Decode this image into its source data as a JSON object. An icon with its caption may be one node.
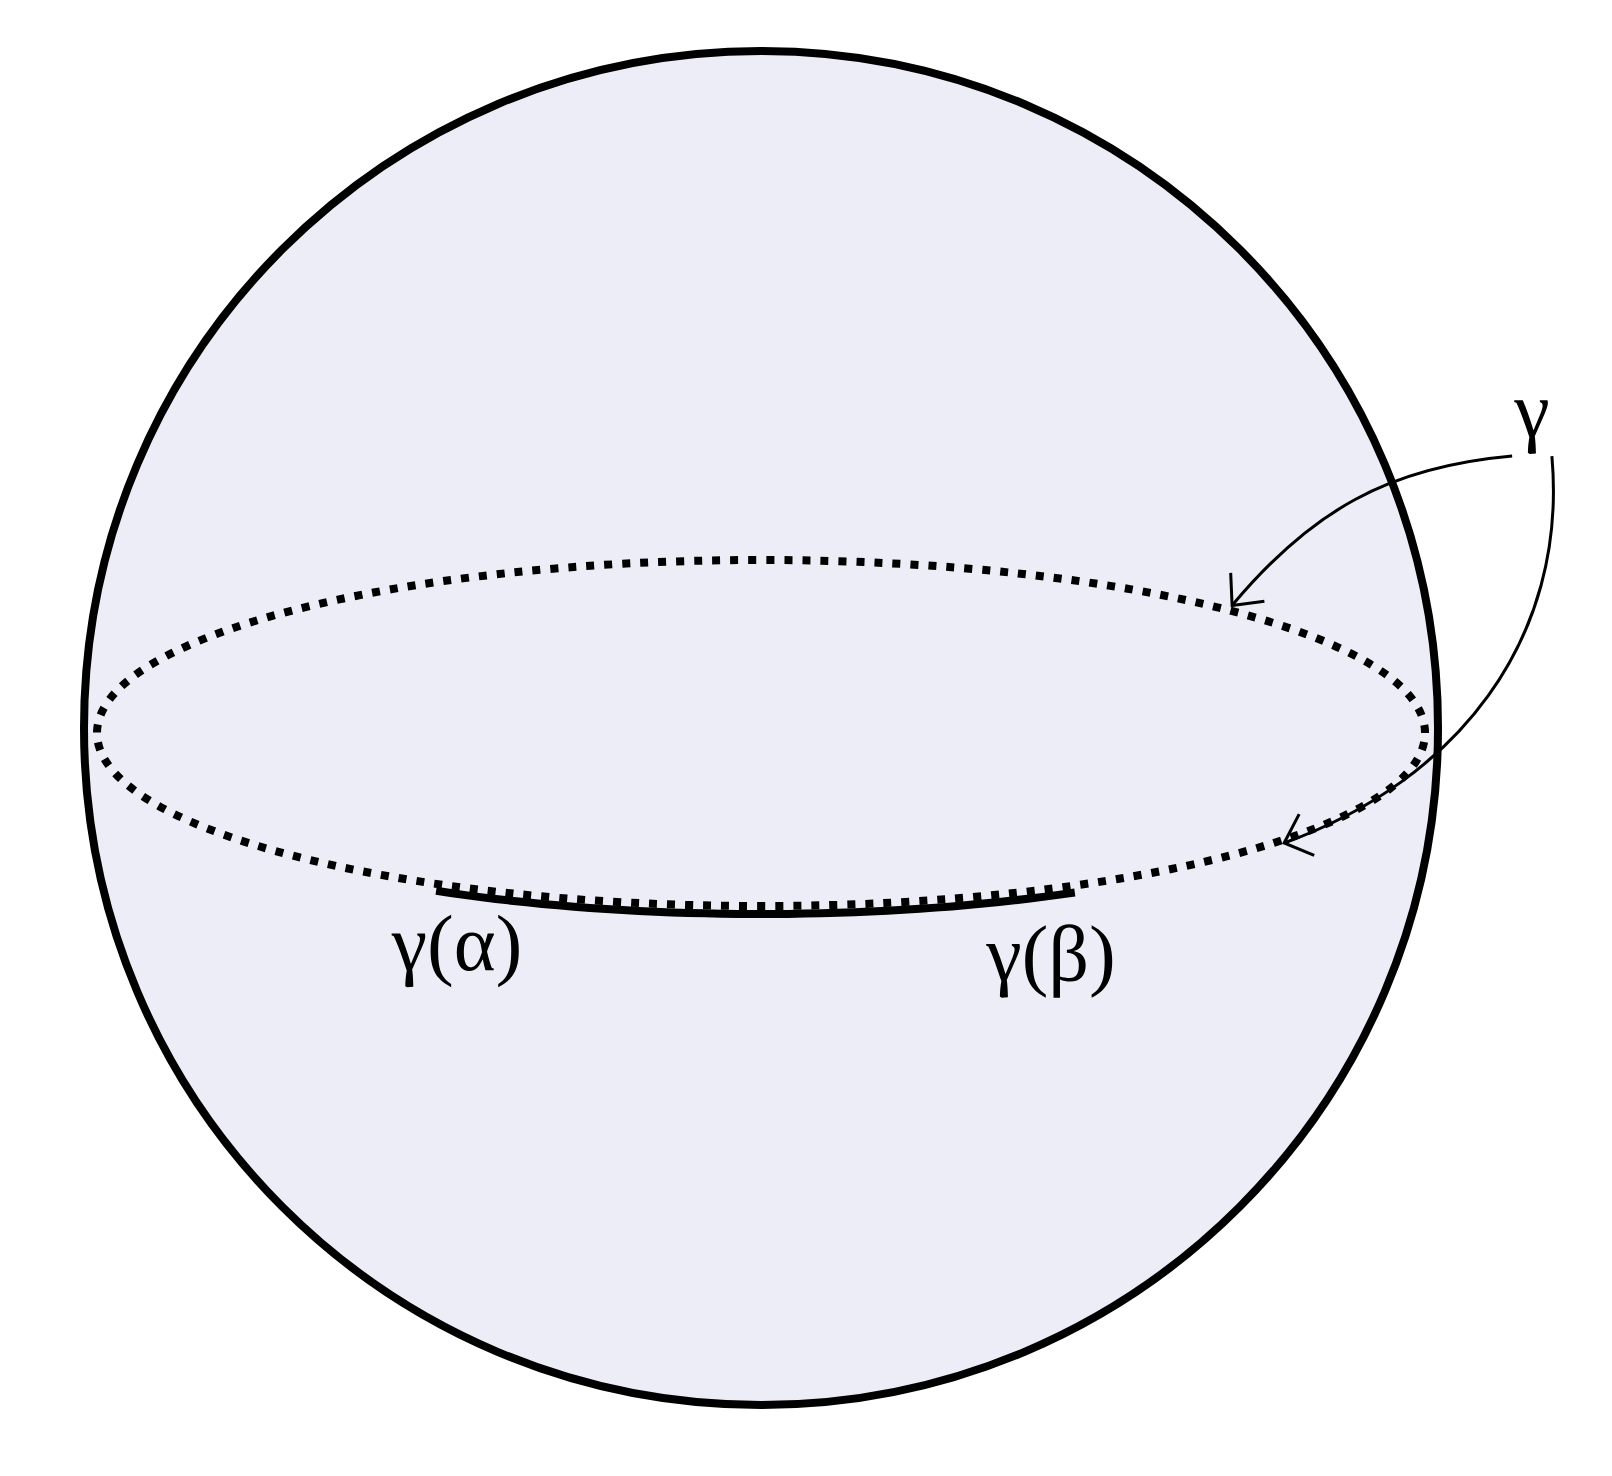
{
  "diagram": {
    "nodes": [
      {
        "text": [],
        "shape": "circle"
      },
      {
        "text": [],
        "shape": "ellipse",
        "in": 0
      },
      {
        "text": [
          "γ"
        ]
      }
    ],
    "edges": [
      {
        "from": 2,
        "to": 1,
        "arrow": "to"
      },
      {
        "from": 2,
        "to": 1,
        "arrow": "to"
      }
    ],
    "labels": [
      "γ(α)",
      "γ(β)"
    ]
  }
}
